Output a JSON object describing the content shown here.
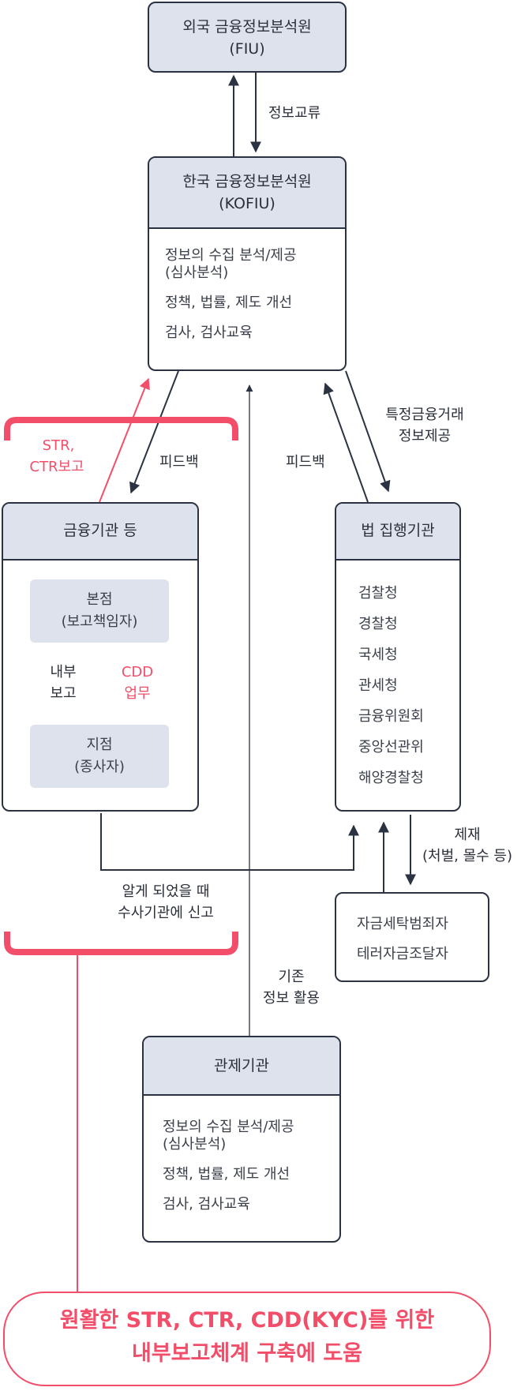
{
  "fiu": {
    "line1": "외국 금융정보분석원",
    "line2": "(FIU)"
  },
  "info_exchange": "정보교류",
  "kofiu": {
    "line1": "한국 금융정보분석원",
    "line2": "(KOFIU)",
    "items": [
      "정보의 수집 분석/제공",
      "(심사분석)",
      "정책, 법률, 제도 개선",
      "검사, 검사교육"
    ]
  },
  "financial_institutions": {
    "title": "금융기관 등",
    "head_office": {
      "line1": "본점",
      "line2": "(보고책임자)"
    },
    "branch": {
      "line1": "지점",
      "line2": "(종사자)"
    },
    "internal_report": {
      "line1": "내부",
      "line2": "보고"
    },
    "cdd_duty": {
      "line1": "CDD",
      "line2": "업무"
    }
  },
  "str_ctr_report": {
    "line1": "STR,",
    "line2": "CTR보고"
  },
  "feedback_left": "피드백",
  "feedback_right": "피드백",
  "specific_transaction_info": {
    "line1": "특정금융거래",
    "line2": "정보제공"
  },
  "law_enforcement": {
    "title": "법 집행기관",
    "items": [
      "검찰청",
      "경찰청",
      "국세청",
      "관세청",
      "금융위원회",
      "중앙선관위",
      "해양경찰청"
    ]
  },
  "sanction": {
    "line1": "제재",
    "line2": "(처벌, 몰수 등)"
  },
  "offenders": {
    "items": [
      "자금세탁범죄자",
      "테러자금조달자"
    ]
  },
  "report_to_investigation": {
    "line1": "알게 되었을 때",
    "line2": "수사기관에 신고"
  },
  "existing_info_use": {
    "line1": "기존",
    "line2": "정보 활용"
  },
  "customs": {
    "title": "관제기관",
    "items": [
      "정보의 수집 분석/제공",
      "(심사분석)",
      "정책, 법률, 제도 개선",
      "검사, 검사교육"
    ]
  },
  "banner": {
    "line1": "원활한 STR, CTR, CDD(KYC)를 위한",
    "line2": "내부보고체계 구축에 도움"
  },
  "colors": {
    "navy": "#2b3242",
    "header_fill": "#dde2ed",
    "accent_red": "#f24e6a"
  }
}
